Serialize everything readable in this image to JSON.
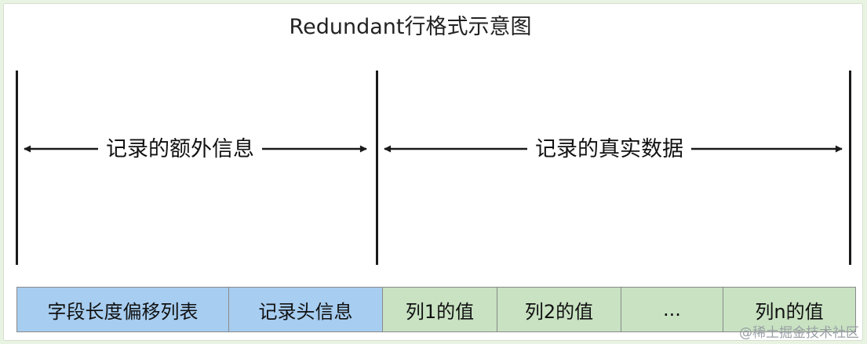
{
  "title": "Redundant行格式示意图",
  "spans": {
    "extra_info": "记录的额外信息",
    "real_data": "记录的真实数据"
  },
  "cells": [
    {
      "label": "字段长度偏移列表",
      "color": "#a7cdf0"
    },
    {
      "label": "记录头信息",
      "color": "#a7cdf0"
    },
    {
      "label": "列1的值",
      "color": "#c8e2c2"
    },
    {
      "label": "列2的值",
      "color": "#c8e2c2"
    },
    {
      "label": "...",
      "color": "#c8e2c2"
    },
    {
      "label": "列n的值",
      "color": "#c8e2c2"
    }
  ],
  "watermark": "@稀土掘金技术社区"
}
